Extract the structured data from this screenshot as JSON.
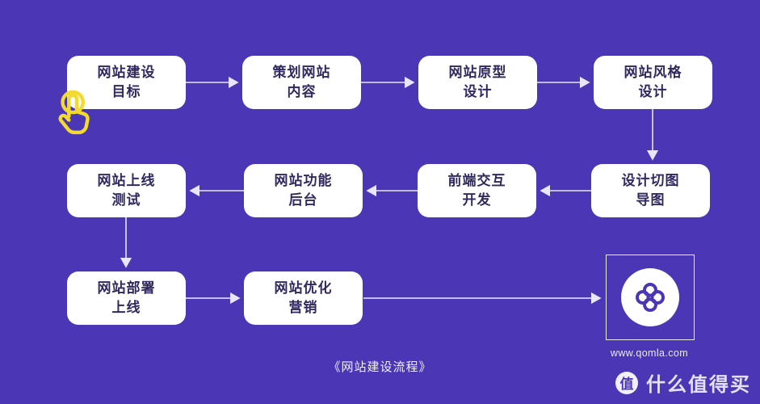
{
  "palette": {
    "background": "#4B36B5",
    "node_background": "#FFFFFF",
    "node_text": "#2F295F",
    "arrow": "#E9E6F9",
    "hand_icon_yellow": "#F2DA2E",
    "logo_mark_purple": "#4B36B5",
    "watermark_white": "#FFFFFF"
  },
  "nodes": [
    {
      "id": "goal",
      "label": "网站建设\n目标"
    },
    {
      "id": "plan",
      "label": "策划网站\n内容"
    },
    {
      "id": "prototype",
      "label": "网站原型\n设计"
    },
    {
      "id": "style",
      "label": "网站风格\n设计"
    },
    {
      "id": "test",
      "label": "网站上线\n测试"
    },
    {
      "id": "backend",
      "label": "网站功能\n后台"
    },
    {
      "id": "frontend",
      "label": "前端交互\n开发"
    },
    {
      "id": "slicing",
      "label": "设计切图\n导图"
    },
    {
      "id": "deploy",
      "label": "网站部署\n上线"
    },
    {
      "id": "marketing",
      "label": "网站优化\n营销"
    }
  ],
  "flow_order_note": "goal→plan→prototype→style→slicing→frontend→backend→test→deploy→marketing→logo",
  "caption": "《网站建设流程》",
  "logo": {
    "website": "www.qomla.com"
  },
  "watermark": {
    "badge": "值",
    "brand": "什么值得买"
  }
}
